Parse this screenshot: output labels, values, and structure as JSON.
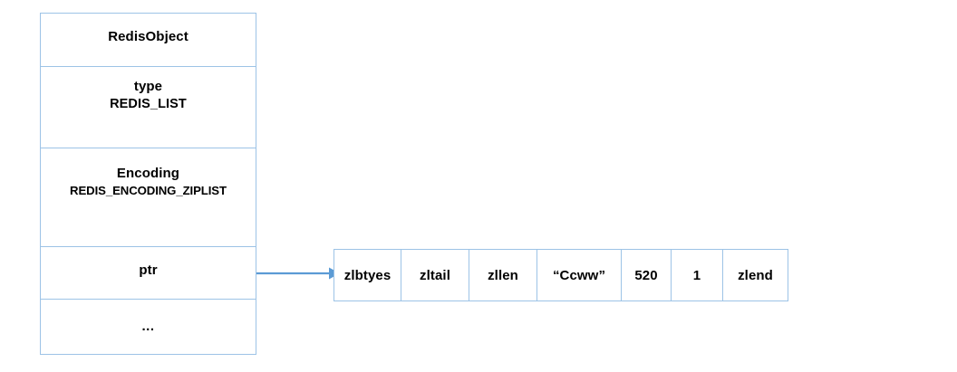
{
  "colors": {
    "border": "#9dc3e6",
    "arrow": "#5b9bd5",
    "text": "#000000",
    "background": "#ffffff"
  },
  "redis_object": {
    "title": "RedisObject",
    "rows": [
      {
        "label": "type",
        "value": "REDIS_LIST"
      },
      {
        "label": "Encoding",
        "value": "REDIS_ENCODING_ZIPLIST"
      },
      {
        "label": "ptr",
        "value": ""
      },
      {
        "label": "...",
        "value": ""
      }
    ]
  },
  "arrow": {
    "name": "ptr-to-ziplist-arrow",
    "direction": "right"
  },
  "ziplist": {
    "cells": [
      {
        "text": "zlbtyes"
      },
      {
        "text": "zltail"
      },
      {
        "text": "zllen"
      },
      {
        "text": "“Ccww”"
      },
      {
        "text": "520"
      },
      {
        "text": "1"
      },
      {
        "text": "zlend"
      }
    ]
  }
}
